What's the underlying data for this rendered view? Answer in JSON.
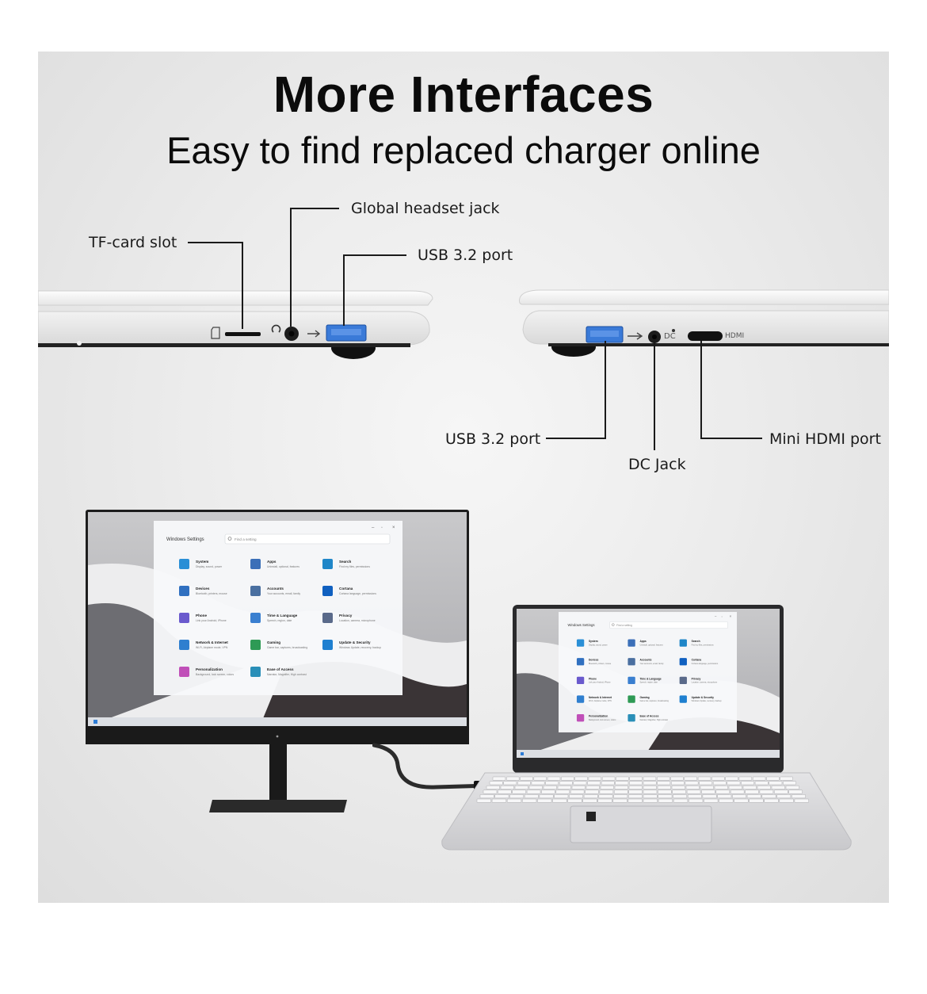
{
  "header": {
    "title": "More Interfaces",
    "subtitle": "Easy to find replaced charger online"
  },
  "callouts": {
    "tf_card": "TF-card slot",
    "headset": "Global headset jack",
    "usb_left": "USB 3.2  port",
    "usb_right": "USB 3.2  port",
    "dc_jack": "DC Jack",
    "mini_hdmi": "Mini HDMI port"
  },
  "port_markings": {
    "dc": "DC",
    "hdmi": "HDMI"
  },
  "settings_window": {
    "title": "Windows Settings",
    "search_placeholder": "Find a setting",
    "tiles": [
      {
        "name": "System",
        "sub": "Display, sound, power",
        "icon": "system-icon",
        "color": "#2a8fd6"
      },
      {
        "name": "Apps",
        "sub": "Uninstall, optional, features",
        "icon": "apps-icon",
        "color": "#3b6fb8"
      },
      {
        "name": "Search",
        "sub": "Find my files, permissions",
        "icon": "search-icon",
        "color": "#1f86c8"
      },
      {
        "name": "Devices",
        "sub": "Bluetooth, printers, mouse",
        "icon": "devices-icon",
        "color": "#3070c0"
      },
      {
        "name": "Accounts",
        "sub": "Your accounts, email, family",
        "icon": "accounts-icon",
        "color": "#4a6fa0"
      },
      {
        "name": "Cortana",
        "sub": "Cortana language, permissions",
        "icon": "cortana-icon",
        "color": "#1060c0"
      },
      {
        "name": "Phone",
        "sub": "Link your Android, iPhone",
        "icon": "phone-icon",
        "color": "#6a5acd"
      },
      {
        "name": "Time & Language",
        "sub": "Speech, region, date",
        "icon": "time-language-icon",
        "color": "#3a7fd0"
      },
      {
        "name": "Privacy",
        "sub": "Location, camera, microphone",
        "icon": "privacy-icon",
        "color": "#5a6a8a"
      },
      {
        "name": "Network & Internet",
        "sub": "Wi-Fi, Airplane mode, VPN",
        "icon": "network-icon",
        "color": "#2f7fcf"
      },
      {
        "name": "Gaming",
        "sub": "Game bar, captures, broadcasting",
        "icon": "gaming-icon",
        "color": "#2e9a55"
      },
      {
        "name": "Update & Security",
        "sub": "Windows Update, recovery, backup",
        "icon": "update-icon",
        "color": "#1f80d0"
      },
      {
        "name": "Personalization",
        "sub": "Background, lock screen, colors",
        "icon": "personalization-icon",
        "color": "#c04fb8"
      },
      {
        "name": "Ease of Access",
        "sub": "Narrator, Magnifier, High contrast",
        "icon": "ease-of-access-icon",
        "color": "#2a8fb8"
      }
    ]
  },
  "colors": {
    "text": "#0b0b0b",
    "line": "#1a1a1a",
    "usb_blue": "#2f6fd0",
    "panel_bg": "#ececec"
  }
}
